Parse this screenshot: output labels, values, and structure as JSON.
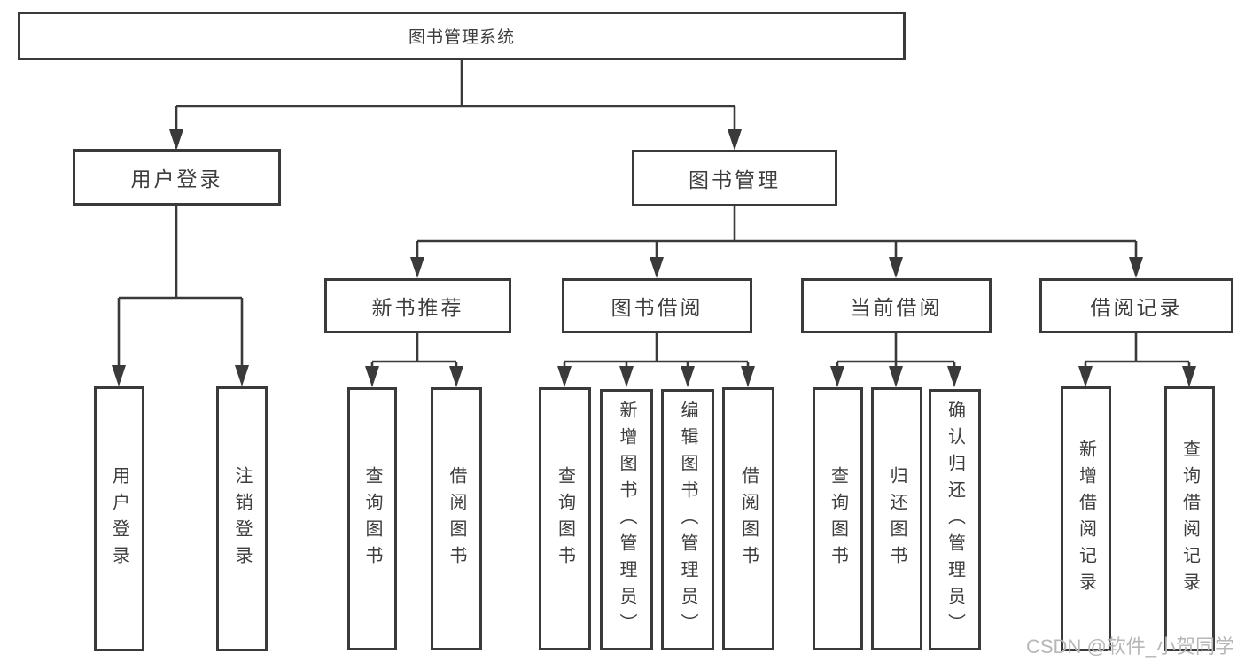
{
  "diagram": {
    "tree": {
      "label": "图书管理系统",
      "children": [
        {
          "label": "用户登录",
          "children": [
            {
              "label": "用户登录"
            },
            {
              "label": "注销登录"
            }
          ]
        },
        {
          "label": "图书管理",
          "children": [
            {
              "label": "新书推荐",
              "children": [
                {
                  "label": "查询图书"
                },
                {
                  "label": "借阅图书"
                }
              ]
            },
            {
              "label": "图书借阅",
              "children": [
                {
                  "label": "查询图书"
                },
                {
                  "label": "新增图书（管理员）"
                },
                {
                  "label": "编辑图书（管理员）"
                },
                {
                  "label": "借阅图书"
                }
              ]
            },
            {
              "label": "当前借阅",
              "children": [
                {
                  "label": "查询图书"
                },
                {
                  "label": "归还图书"
                },
                {
                  "label": "确认归还（管理员）"
                }
              ]
            },
            {
              "label": "借阅记录",
              "children": [
                {
                  "label": "新增借阅记录"
                },
                {
                  "label": "查询借阅记录"
                }
              ]
            }
          ]
        }
      ]
    },
    "watermark": "CSDN @软件_小贺同学",
    "colors": {
      "line": "#3a3a3a",
      "text": "#3d3d3d",
      "watermark": "#b7b7b7",
      "background": "#ffffff"
    }
  }
}
